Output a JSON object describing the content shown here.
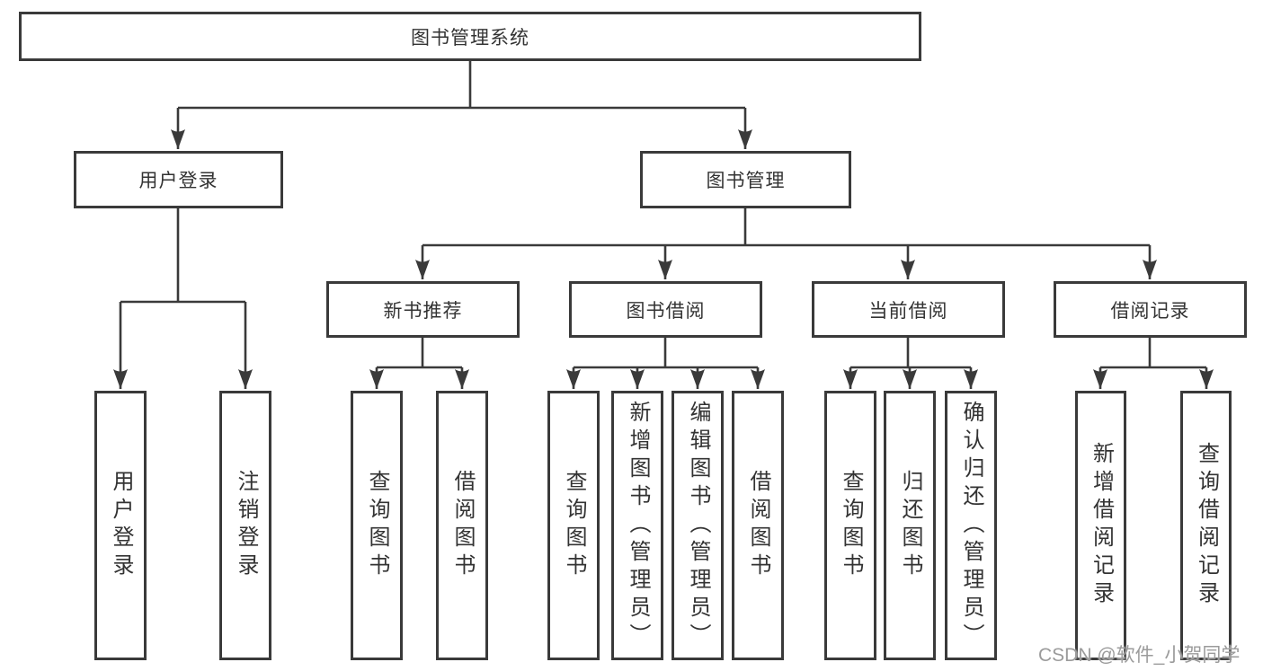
{
  "diagram": {
    "root_label": "图书管理系统",
    "level2": {
      "user_login": "用户登录",
      "book_mgmt": "图书管理"
    },
    "level3": {
      "new_books": "新书推荐",
      "book_borrow": "图书借阅",
      "current_borrow": "当前借阅",
      "borrow_records": "借阅记录"
    },
    "leaves": {
      "user_login": [
        "用户登录",
        "注销登录"
      ],
      "new_books": [
        "查询图书",
        "借阅图书"
      ],
      "book_borrow": [
        "查询图书",
        "新增图书（管理员）",
        "编辑图书（管理员）",
        "借阅图书"
      ],
      "current_borrow": [
        "查询图书",
        "归还图书",
        "确认归还（管理员）"
      ],
      "borrow_records": [
        "新增借阅记录",
        "查询借阅记录"
      ]
    },
    "watermark": "CSDN @软件_小贺同学",
    "colors": {
      "line": "#3a3a3a",
      "box_border": "#3a3a3a",
      "box_background": "#ffffff",
      "text": "#333333",
      "watermark_text": "#9b9b9b",
      "page_background": "#ffffff"
    }
  }
}
